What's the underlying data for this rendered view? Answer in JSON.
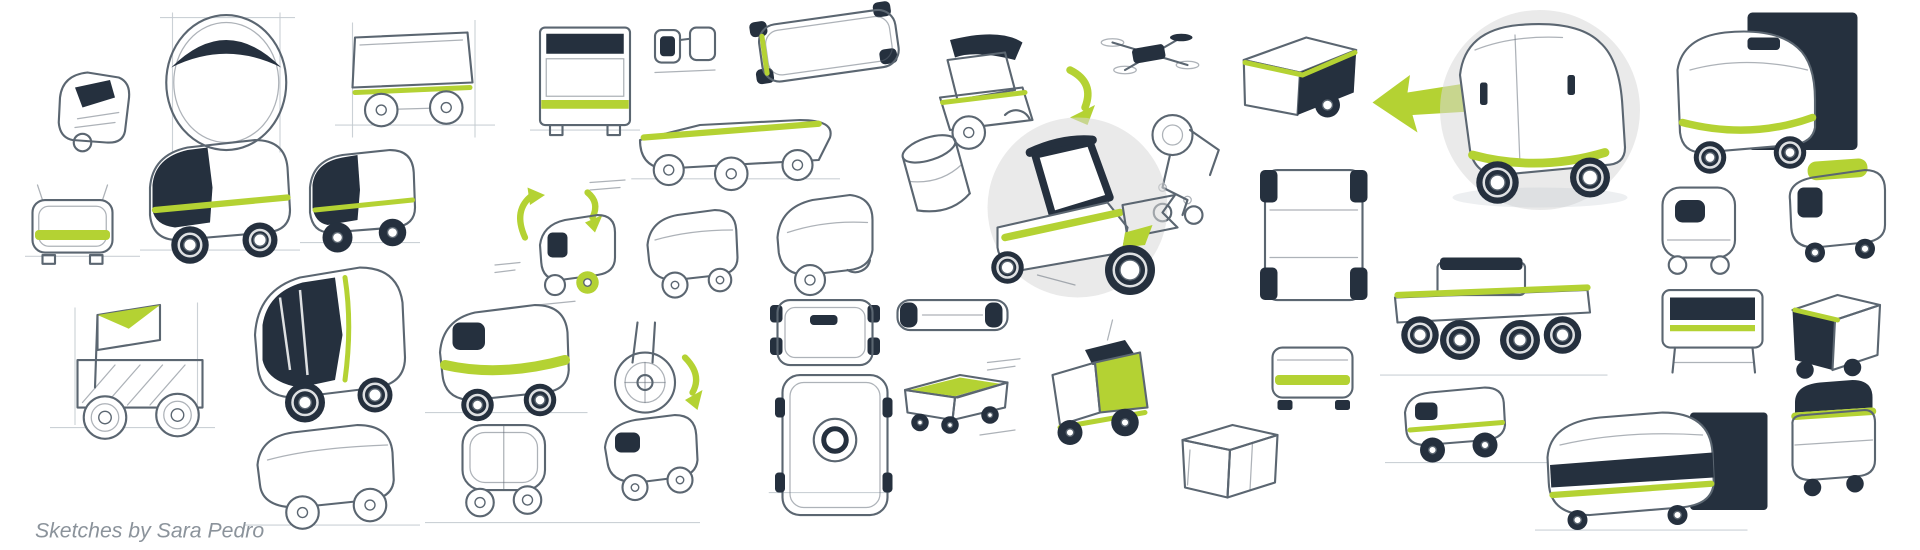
{
  "caption": {
    "text": "Sketches by Sara Pedro"
  },
  "colors": {
    "accent_green": "#b4d233",
    "ink_dark": "#25303e",
    "pencil_gray": "#5b6671",
    "guide_gray": "#c3c9cf",
    "highlight_gray": "#d8d8d8",
    "paper_white": "#ffffff"
  },
  "sketches": [
    {
      "name": "pod-arrow-thumbnail-sketch"
    },
    {
      "name": "oval-tank-front-sketch"
    },
    {
      "name": "flatbed-cart-side-sketch"
    },
    {
      "name": "front-elevation-sketch"
    },
    {
      "name": "goggle-detail-sketch"
    },
    {
      "name": "top-view-rover-sketch"
    },
    {
      "name": "low-rover-side-sketch"
    },
    {
      "name": "cab-three-quarter-sketch"
    },
    {
      "name": "drone-sketch"
    },
    {
      "name": "sprayer-robot-sketch"
    },
    {
      "name": "box-rover-three-quarter-sketch"
    },
    {
      "name": "green-direction-arrow"
    },
    {
      "name": "hero-pod-highlight-sketch"
    },
    {
      "name": "pod-on-dark-panel-sketch"
    },
    {
      "name": "green-lid-container-pod-sketch"
    },
    {
      "name": "small-front-rover-sketch"
    },
    {
      "name": "dark-nose-pod-side-sketch"
    },
    {
      "name": "dark-nose-pod-small-sketch"
    },
    {
      "name": "annotated-mini-pod-sketch"
    },
    {
      "name": "small-pod-side-sketch"
    },
    {
      "name": "trike-pod-sketch"
    },
    {
      "name": "barrel-sketch"
    },
    {
      "name": "hero-cab-highlight-sketch"
    },
    {
      "name": "chassis-top-frame-sketch"
    },
    {
      "name": "trailer-platform-sketch"
    },
    {
      "name": "figure-front-sketch"
    },
    {
      "name": "flag-cart-sketch"
    },
    {
      "name": "glossy-canopy-pod-sketch"
    },
    {
      "name": "green-stripe-pod-sketch"
    },
    {
      "name": "wheel-detail-sketch"
    },
    {
      "name": "top-view-module-sketches"
    },
    {
      "name": "mini-rover-top-sketch"
    },
    {
      "name": "green-harvester-sketch"
    },
    {
      "name": "white-box-pod-sketch"
    },
    {
      "name": "front-green-band-sketch"
    },
    {
      "name": "mini-side-rover-sketch"
    },
    {
      "name": "container-on-stand-sketch"
    },
    {
      "name": "corner-container-sketch"
    },
    {
      "name": "rounded-cart-side-sketch"
    },
    {
      "name": "front-two-wheel-sketch"
    },
    {
      "name": "small-three-quarter-pod-sketch"
    },
    {
      "name": "big-side-pod-dark-panel-sketch"
    },
    {
      "name": "stacked-drum-pod-sketch"
    }
  ]
}
